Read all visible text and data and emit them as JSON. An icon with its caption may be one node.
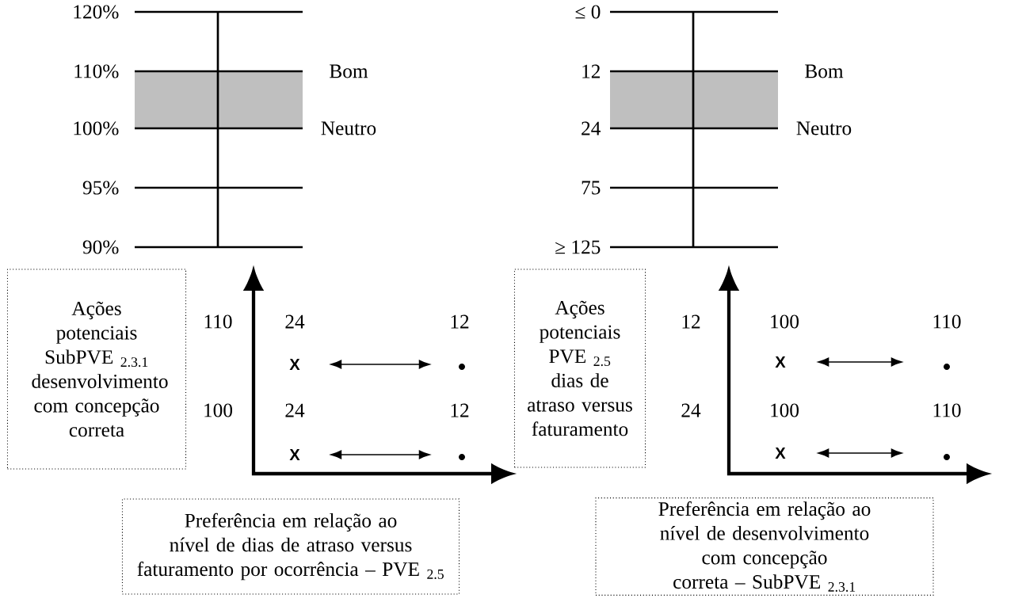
{
  "diagram": {
    "nodes": [
      {
        "text": [
          "Ações potenciais SubPVE $_{2.3.1}$ desenvolvimento com concepção correta"
        ]
      },
      {
        "text": [
          "Ações potenciais PVE $_{2.5}$ dias de atraso versus faturamento"
        ]
      },
      {
        "text": [
          "Preferência em relação ao nível de dias de atraso versus faturamento por ocorrência – PVE $_{2.5}$"
        ]
      },
      {
        "text": [
          "Preferência em relação ao nível de desenvolvimento com concepção correta – SubPVE $_{2.3.1}$"
        ]
      },
      {
        "text": [
          "X"
        ]
      },
      {
        "text": [],
        "shape": "circle"
      },
      {
        "text": [
          "X"
        ]
      },
      {
        "text": [],
        "shape": "circle"
      },
      {
        "text": [
          "X"
        ]
      },
      {
        "text": [],
        "shape": "circle"
      },
      {
        "text": [
          "X"
        ]
      },
      {
        "text": [],
        "shape": "circle"
      }
    ],
    "edges": [
      {
        "from": 4,
        "to": 5,
        "arrow": "both"
      },
      {
        "from": 6,
        "to": 7,
        "arrow": "both"
      },
      {
        "from": 8,
        "to": 9,
        "arrow": "both"
      },
      {
        "from": 10,
        "to": 11,
        "arrow": "both"
      }
    ],
    "labels": [
      "120%",
      "≤ 0",
      "110%",
      "Bom",
      "12",
      "Bom",
      "100%",
      "Neutro",
      "24",
      "Neutro",
      "95%",
      "75",
      "90%",
      "≥ 125",
      "110",
      "24",
      "12",
      "12",
      "100",
      "110",
      "100",
      "24",
      "12",
      "24",
      "100",
      "110"
    ]
  }
}
